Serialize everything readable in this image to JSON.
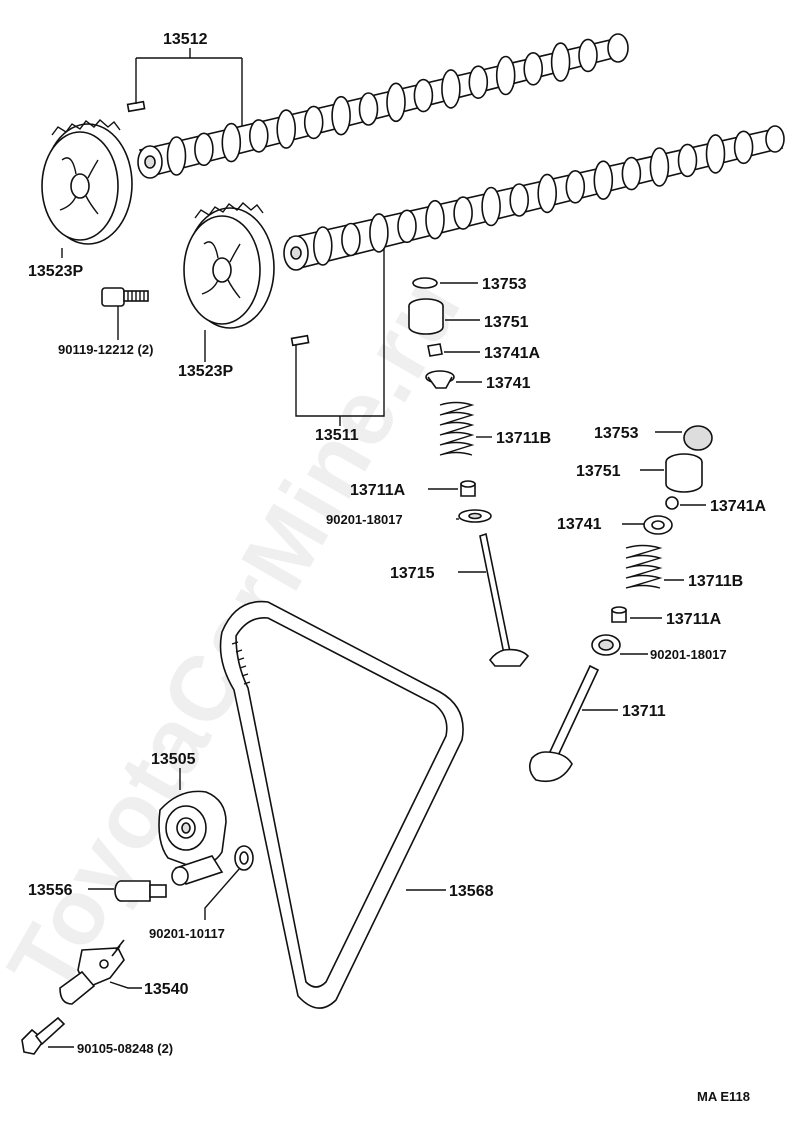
{
  "watermark": "ToyotaCarMine.ru",
  "diagram_code": "MA E118",
  "labels": {
    "p13512": "13512",
    "p13523p_a": "13523P",
    "p90119": "90119-12212 (2)",
    "p13523p_b": "13523P",
    "p13511": "13511",
    "p13753_a": "13753",
    "p13751_a": "13751",
    "p13741a_a": "13741A",
    "p13741_a": "13741",
    "p13711b_a": "13711B",
    "p13711a_a": "13711A",
    "p90201_a": "90201-18017",
    "p13715": "13715",
    "p13753_b": "13753",
    "p13751_b": "13751",
    "p13741a_b": "13741A",
    "p13741_b": "13741",
    "p13711b_b": "13711B",
    "p13711a_b": "13711A",
    "p90201_b": "90201-18017",
    "p13711": "13711",
    "p13505": "13505",
    "p13556": "13556",
    "p90201_10117": "90201-10117",
    "p13568": "13568",
    "p13540": "13540",
    "p90105": "90105-08248 (2)"
  }
}
